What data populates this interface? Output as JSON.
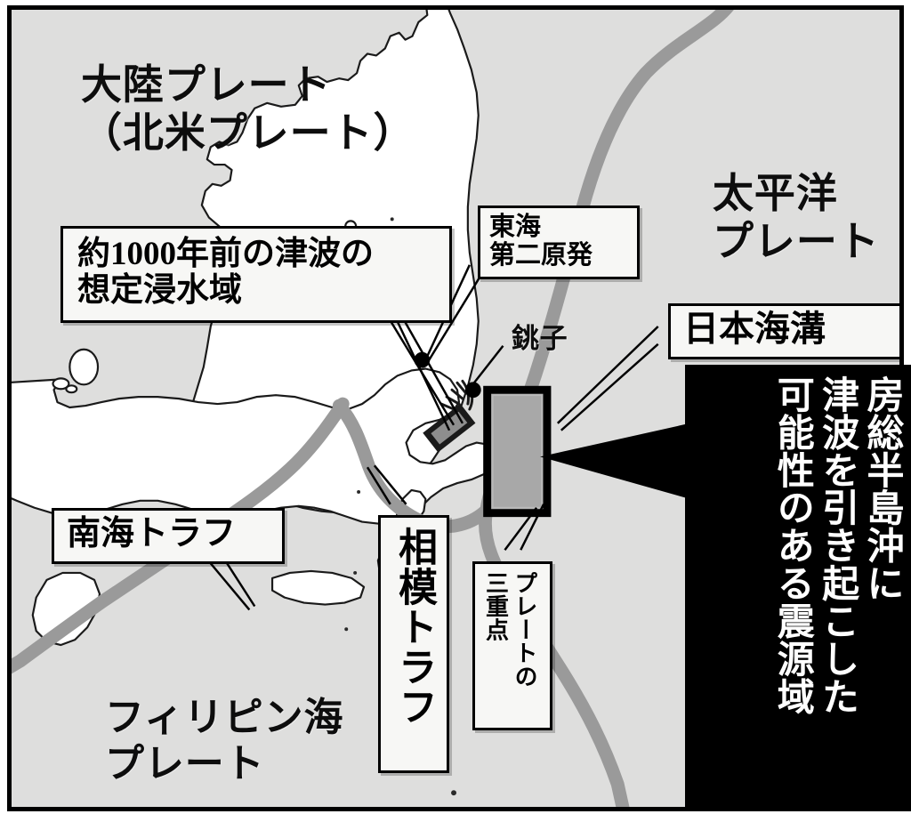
{
  "figure": {
    "kind": "map-diagram",
    "subject": "Tectonic plates and tsunami source region off the Boso Peninsula, Japan",
    "colors": {
      "sea": "#dededd",
      "land": "#ffffff",
      "trench_line": "#9a9a9a",
      "source_region_fill": "#a8a8a8",
      "callout_fill": "#f7f7f5",
      "ink": "#000000",
      "inverse_text": "#ffffff"
    }
  },
  "labels": {
    "continental_plate": {
      "line1": "大陸プレート",
      "line2": "（北米プレート）"
    },
    "pacific_plate": {
      "line1": "太平洋",
      "line2": "プレート"
    },
    "philippine_sea_plate": {
      "line1": "フィリピン海",
      "line2": "プレート"
    },
    "choshi": "銚子"
  },
  "callouts": {
    "tsunami_inundation": {
      "line1": "約1000年前の津波の",
      "line2": "想定浸水域"
    },
    "tokai_npp": {
      "line1": "東海",
      "line2": "第二原発"
    },
    "japan_trench": {
      "line1": "日本海溝"
    },
    "nankai_trough": {
      "line1": "南海トラフ"
    },
    "sagami_trough": {
      "line1": "相模トラフ"
    },
    "plate_triple_junction": {
      "line1": "プレートの",
      "line2": "三重点"
    }
  },
  "source_region_box": {
    "text": "房総半島沖に\n津波を引き起こした\n可能性のある震源域"
  }
}
